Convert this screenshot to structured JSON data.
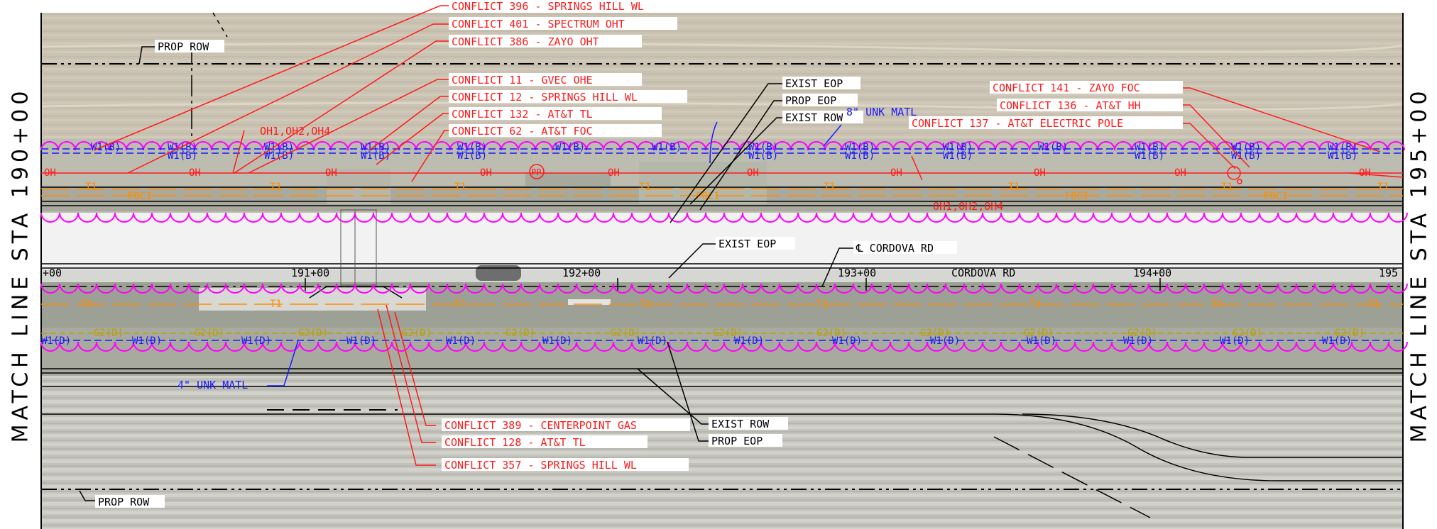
{
  "match_line_left": "MATCH LINE STA 190+00",
  "match_line_right": "MATCH LINE STA 195+00",
  "colors": {
    "red": "#ff1a1a",
    "blue": "#1a1aff",
    "magenta": "#ff00ff",
    "orange": "#ff8c00",
    "olive": "#b8a000",
    "black": "#000000"
  },
  "conflicts": {
    "c396": "CONFLICT 396 - SPRINGS HILL WL",
    "c401": "CONFLICT 401 - SPECTRUM OHT",
    "c386": "CONFLICT 386 - ZAYO OHT",
    "c11": "CONFLICT 11 - GVEC OHE",
    "c12": "CONFLICT 12 - SPRINGS HILL WL",
    "c132": "CONFLICT 132 - AT&T TL",
    "c62": "CONFLICT 62 - AT&T FOC",
    "c141": "CONFLICT 141 - ZAYO FOC",
    "c136": "CONFLICT 136 - AT&T HH",
    "c137": "CONFLICT 137 - AT&T ELECTRIC POLE",
    "c389": "CONFLICT 389 - CENTERPOINT GAS",
    "c128": "CONFLICT 128 - AT&T TL",
    "c357": "CONFLICT 357 - SPRINGS HILL WL"
  },
  "callouts": {
    "prop_row": "PROP ROW",
    "exist_eop": "EXIST EOP",
    "prop_eop": "PROP EOP",
    "exist_row": "EXIST ROW",
    "unk_matl_top": "8\" UNK MATL",
    "unk_matl_bottom": "4\" UNK MATL",
    "cl_cordova": "℄ CORDOVA RD",
    "cordova_rd": "CORDOVA RD",
    "oh_group": "OH1,OH2,OH4",
    "pp": "PP"
  },
  "stations": [
    "+00",
    "191+00",
    "192+00",
    "193+00",
    "194+00",
    "195"
  ],
  "utility_tags": {
    "oh": "OH",
    "t1": "T1",
    "foc1": "FOC1",
    "w1b": "W1(B)",
    "w1d": "W1(D)",
    "g2d": "G2(D)"
  }
}
